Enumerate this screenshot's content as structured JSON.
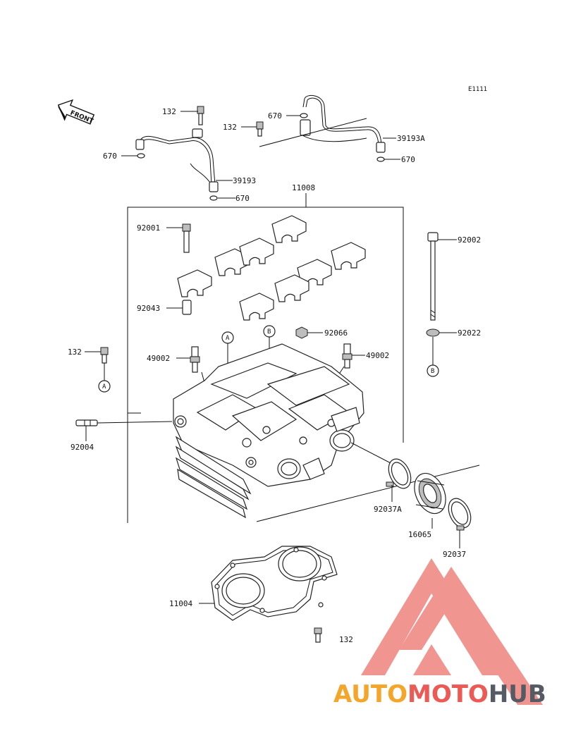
{
  "diagram": {
    "page_code": "E1111",
    "front_label": "FRONT",
    "ref_a": "A",
    "ref_b": "B",
    "parts": {
      "p132_top_left": "132",
      "p132_top_mid": "132",
      "p670_tl": "670",
      "p670_top_mid": "670",
      "p670_bottom": "670",
      "p670_right": "670",
      "p39193": "39193",
      "p39193a": "39193A",
      "p11008": "11008",
      "p92001": "92001",
      "p92002": "92002",
      "p92043": "92043",
      "p92066": "92066",
      "p92022": "92022",
      "p49002_left": "49002",
      "p49002_right": "49002",
      "p132_left": "132",
      "p92004": "92004",
      "p92037a": "92037A",
      "p16065": "16065",
      "p92037": "92037",
      "p11004": "11004",
      "p132_bottom": "132"
    }
  },
  "watermark": {
    "part1": "AUTO",
    "part2": "MOTO",
    "part3": "HUB",
    "colors": {
      "auto": "#f4a62a",
      "moto": "#ec5a55",
      "hub": "#555a63",
      "logo": "#f08a86"
    }
  }
}
